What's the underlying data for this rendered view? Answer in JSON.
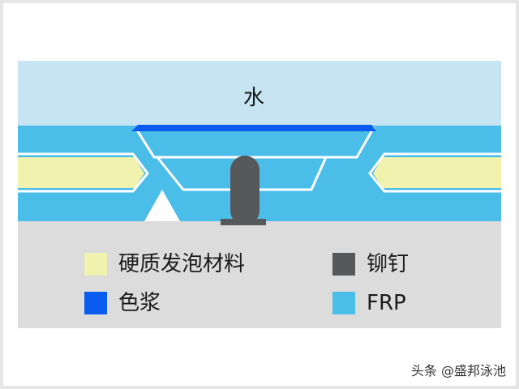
{
  "diagram": {
    "water_label": "水",
    "colors": {
      "water": "#c6e4f1",
      "frp": "#4bbde9",
      "foam": "#f0f2ae",
      "pigment": "#0a5cf0",
      "rivet": "#57585a",
      "base": "#dcdcdc",
      "frame": "#e6e6e6"
    },
    "legend": [
      {
        "label": "硬质发泡材料",
        "color": "#f0f2ae"
      },
      {
        "label": "铆钉",
        "color": "#57585a"
      },
      {
        "label": "色浆",
        "color": "#0a5cf0"
      },
      {
        "label": "FRP",
        "color": "#4bbde9"
      }
    ]
  },
  "watermark": "头条 @盛邦泳池"
}
